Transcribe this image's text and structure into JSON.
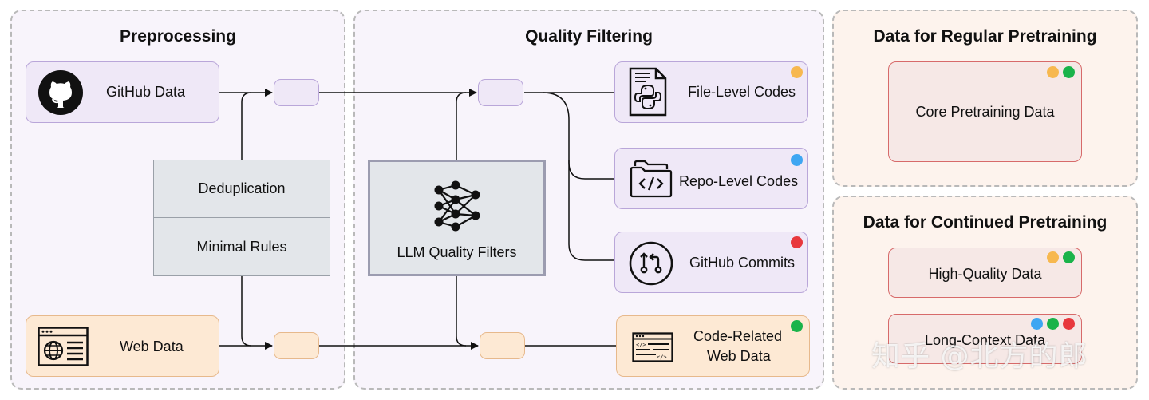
{
  "panels": {
    "preprocessing": "Preprocessing",
    "quality_filtering": "Quality Filtering",
    "regular_pretraining": "Data for Regular Pretraining",
    "continued_pretraining": "Data for Continued Pretraining"
  },
  "sources": {
    "github": "GitHub Data",
    "web": "Web Data"
  },
  "preprocess_steps": {
    "dedup": "Deduplication",
    "rules": "Minimal Rules"
  },
  "filter": {
    "label": "LLM Quality Filters"
  },
  "outputs": {
    "file_level": "File-Level Codes",
    "repo_level": "Repo-Level Codes",
    "commits": "GitHub Commits",
    "web_line1": "Code-Related",
    "web_line2": "Web Data"
  },
  "regular": {
    "core": "Core Pretraining Data"
  },
  "continued": {
    "high_quality": "High-Quality Data",
    "long_context": "Long-Context Data"
  },
  "watermark": "知乎 @北方的郎",
  "colors": {
    "orange_dot": "#f7b84f",
    "green_dot": "#1ab34a",
    "blue_dot": "#3ea6f2",
    "red_dot": "#e8383d",
    "lavender": "#efe8f7",
    "peach": "#fde9d4"
  }
}
